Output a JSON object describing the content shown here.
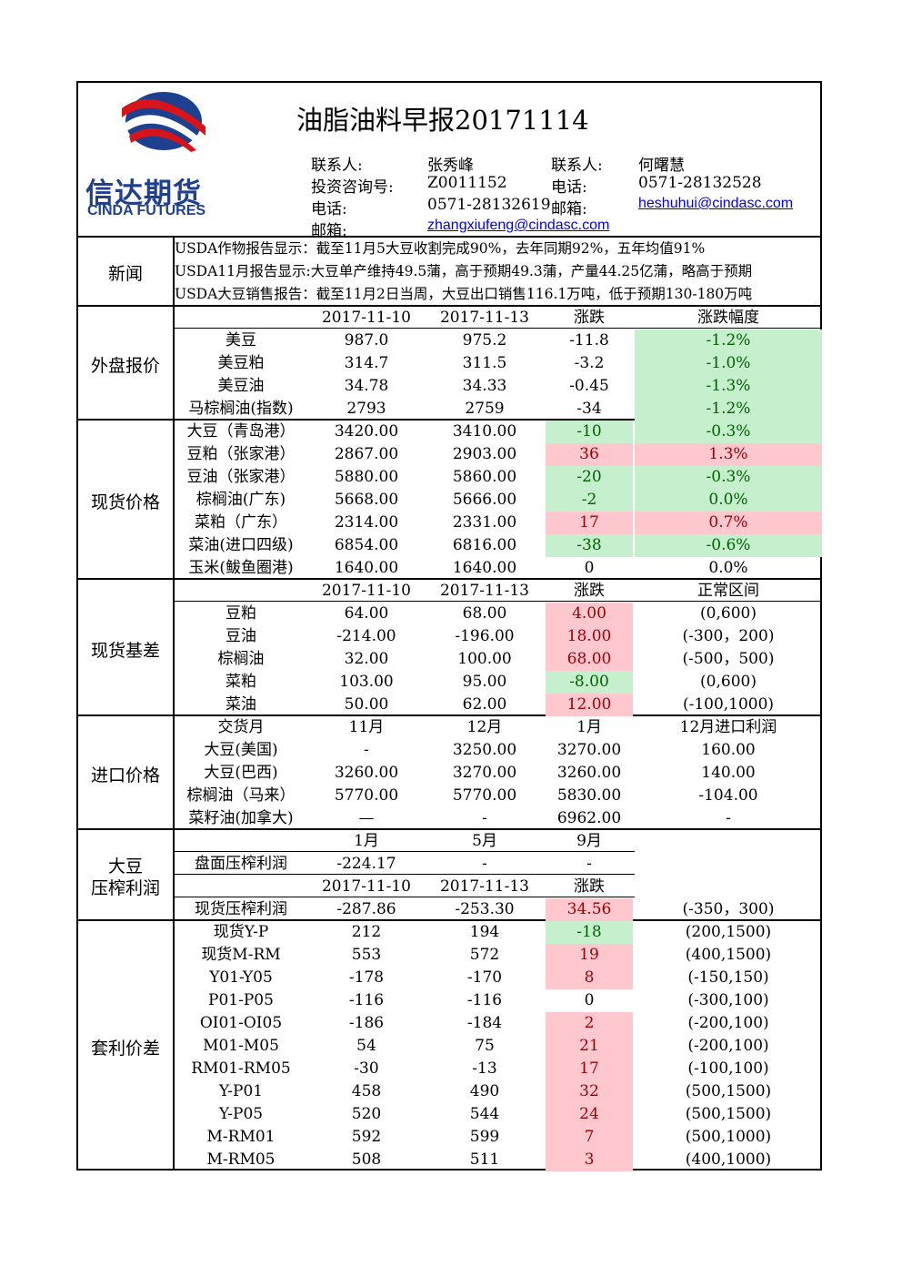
{
  "header": {
    "title": "油脂油料早报20171114",
    "logo_cn": "信达期货",
    "logo_en": "CINDA FUTURES",
    "contact1_label": "联系人:",
    "contact1_name": "张秀峰",
    "contact2_label": "联系人:",
    "contact2_name": "何曙慧",
    "license_label": "投资咨询号:",
    "license_value": "Z0011152",
    "phone_label2": "电话:",
    "phone2": "0571-28132528",
    "phone_label1": "电话:",
    "phone1": "0571-28132619",
    "email_label2": "邮箱:",
    "email2": "heshuhui@cindasc.com",
    "email_label1": "邮箱:",
    "email1": "zhangxiufeng@cindasc.com",
    "colors": {
      "logo_blue": "#1f3f8f",
      "logo_red": "#d7141a"
    }
  },
  "news": {
    "label": "新闻",
    "items": [
      "USDA作物报告显示：截至11月5大豆收割完成90%，去年同期92%，五年均值91%",
      "USDA11月报告显示:大豆单产维持49.5蒲，高于预期49.3蒲，产量44.25亿蒲，略高于预期",
      "USDA大豆销售报告：截至11月2日当周，大豆出口销售116.1万吨，低于预期130-180万吨"
    ]
  },
  "foreign": {
    "label": "外盘报价",
    "headers": [
      "",
      "2017-11-10",
      "2017-11-13",
      "涨跌",
      "涨跌幅度"
    ],
    "rows": [
      [
        "美豆",
        "987.0",
        "975.2",
        "-11.8",
        "-1.2%"
      ],
      [
        "美豆粕",
        "314.7",
        "311.5",
        "-3.2",
        "-1.0%"
      ],
      [
        "美豆油",
        "34.78",
        "34.33",
        "-0.45",
        "-1.3%"
      ],
      [
        "马棕榈油(指数)",
        "2793",
        "2759",
        "-34",
        "-1.2%"
      ]
    ]
  },
  "spot": {
    "label": "现货价格",
    "rows": [
      [
        "大豆（青岛港）",
        "3420.00",
        "3410.00",
        "-10",
        "-0.3%"
      ],
      [
        "豆粕（张家港）",
        "2867.00",
        "2903.00",
        "36",
        "1.3%"
      ],
      [
        "豆油（张家港）",
        "5880.00",
        "5860.00",
        "-20",
        "-0.3%"
      ],
      [
        "棕榈油(广东)",
        "5668.00",
        "5666.00",
        "-2",
        "0.0%"
      ],
      [
        "菜粕（广东）",
        "2314.00",
        "2331.00",
        "17",
        "0.7%"
      ],
      [
        "菜油(进口四级)",
        "6854.00",
        "6816.00",
        "-38",
        "-0.6%"
      ],
      [
        "玉米(鲅鱼圈港)",
        "1640.00",
        "1640.00",
        "0",
        "0.0%"
      ]
    ]
  },
  "basis": {
    "label": "现货基差",
    "headers": [
      "",
      "2017-11-10",
      "2017-11-13",
      "涨跌",
      "正常区间"
    ],
    "rows": [
      [
        "豆粕",
        "64.00",
        "68.00",
        "4.00",
        "(0,600)"
      ],
      [
        "豆油",
        "-214.00",
        "-196.00",
        "18.00",
        "(-300，200)"
      ],
      [
        "棕榈油",
        "32.00",
        "100.00",
        "68.00",
        "(-500，500)"
      ],
      [
        "菜粕",
        "103.00",
        "95.00",
        "-8.00",
        "(0,600)"
      ],
      [
        "菜油",
        "50.00",
        "62.00",
        "12.00",
        "(-100,1000)"
      ]
    ]
  },
  "import": {
    "label": "进口价格",
    "headers": [
      "交货月",
      "11月",
      "12月",
      "1月",
      "12月进口利润"
    ],
    "rows": [
      [
        "大豆(美国)",
        "-",
        "3250.00",
        "3270.00",
        "160.00"
      ],
      [
        "大豆(巴西)",
        "3260.00",
        "3270.00",
        "3260.00",
        "140.00"
      ],
      [
        "棕榈油（马来）",
        "5770.00",
        "5770.00",
        "5830.00",
        "-104.00"
      ],
      [
        "菜籽油(加拿大)",
        "—",
        "-",
        "6962.00",
        "-"
      ]
    ]
  },
  "crush": {
    "label1": "大豆",
    "label2": "压榨利润",
    "headers1": [
      "",
      "1月",
      "5月",
      "9月"
    ],
    "row1": [
      "盘面压榨利润",
      "-224.17",
      "-",
      "-"
    ],
    "headers2": [
      "",
      "2017-11-10",
      "2017-11-13",
      "涨跌"
    ],
    "row2": [
      "现货压榨利润",
      "-287.86",
      "-253.30",
      "34.56",
      "(-350，300)"
    ]
  },
  "spread": {
    "label": "套利价差",
    "rows": [
      [
        "现货Y-P",
        "212",
        "194",
        "-18",
        "(200,1500)"
      ],
      [
        "现货M-RM",
        "553",
        "572",
        "19",
        "(400,1500)"
      ],
      [
        "Y01-Y05",
        "-178",
        "-170",
        "8",
        "(-150,150)"
      ],
      [
        "P01-P05",
        "-116",
        "-116",
        "0",
        "(-300,100)"
      ],
      [
        "OI01-OI05",
        "-186",
        "-184",
        "2",
        "(-200,100)"
      ],
      [
        "M01-M05",
        "54",
        "75",
        "21",
        "(-200,100)"
      ],
      [
        "RM01-RM05",
        "-30",
        "-13",
        "17",
        "(-100,100)"
      ],
      [
        "Y-P01",
        "458",
        "490",
        "32",
        "(500,1500)"
      ],
      [
        "Y-P05",
        "520",
        "544",
        "24",
        "(500,1500)"
      ],
      [
        "M-RM01",
        "592",
        "599",
        "7",
        "(500,1000)"
      ],
      [
        "M-RM05",
        "508",
        "511",
        "3",
        "(400,1000)"
      ]
    ]
  },
  "status_colors": {
    "up_bg": "#ffc7ce",
    "up_text": "#9c0006",
    "down_bg": "#c6efce",
    "down_text": "#006100"
  }
}
